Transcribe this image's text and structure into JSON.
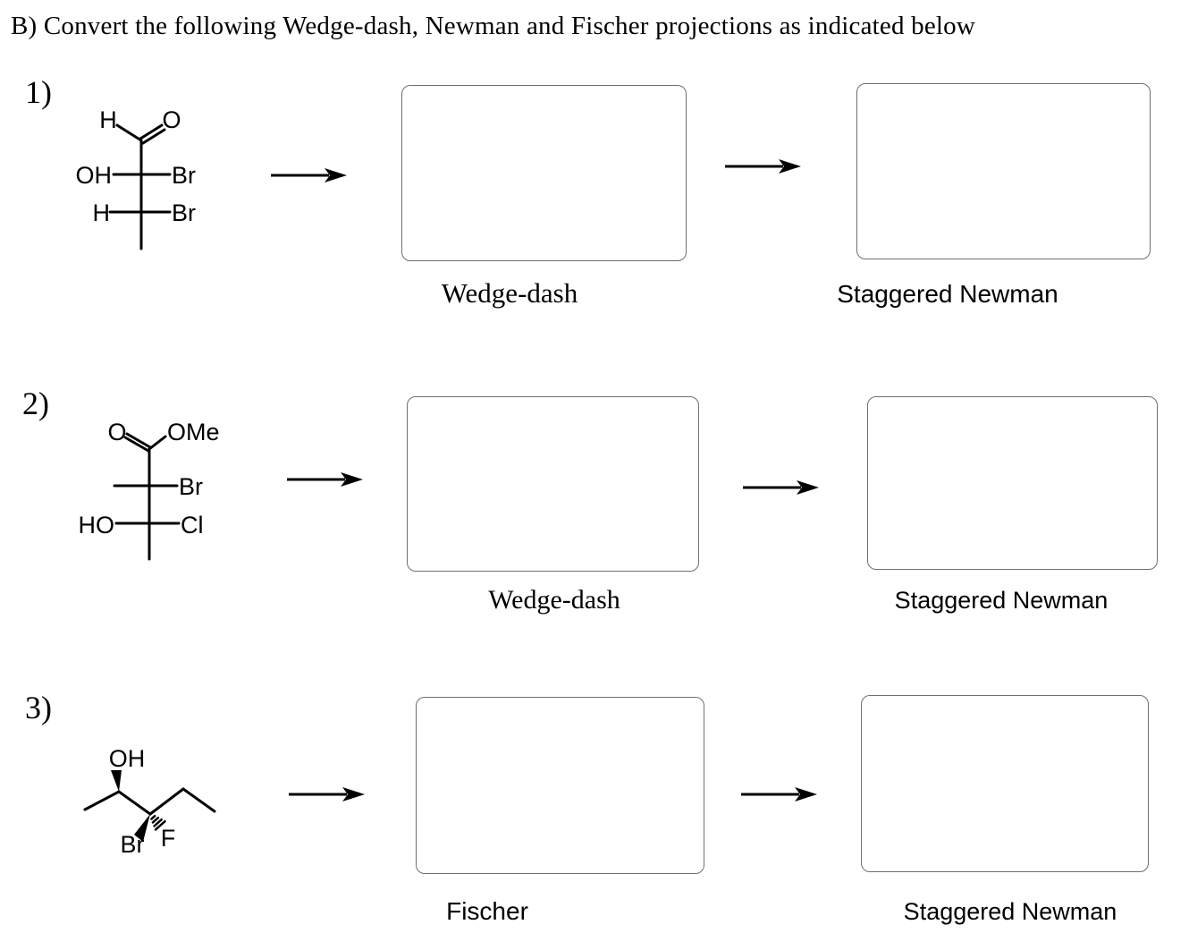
{
  "title": "B) Convert the following Wedge-dash, Newman and Fischer projections as indicated below",
  "colors": {
    "ink": "#000000",
    "box_border": "#6f6f6f",
    "background": "#ffffff"
  },
  "rows": [
    {
      "number": "1)",
      "molecule": {
        "kind": "fischer-projection",
        "labels": {
          "top_h": "H",
          "top_o": "O",
          "c2_left": "OH",
          "c2_right": "Br",
          "c3_left": "H",
          "c3_right": "Br"
        }
      },
      "targets": [
        {
          "label": "Wedge-dash"
        },
        {
          "label": "Staggered Newman"
        }
      ]
    },
    {
      "number": "2)",
      "molecule": {
        "kind": "fischer-projection",
        "labels": {
          "top_o": "O",
          "top_ome": "OMe",
          "c2_right": "Br",
          "c3_left": "HO",
          "c3_right": "Cl"
        }
      },
      "targets": [
        {
          "label": "Wedge-dash"
        },
        {
          "label": "Staggered Newman"
        }
      ]
    },
    {
      "number": "3)",
      "molecule": {
        "kind": "wedge-dash-structure",
        "labels": {
          "oh": "OH",
          "br": "Br",
          "f": "F"
        }
      },
      "targets": [
        {
          "label": "Fischer"
        },
        {
          "label": "Staggered Newman"
        }
      ]
    }
  ]
}
